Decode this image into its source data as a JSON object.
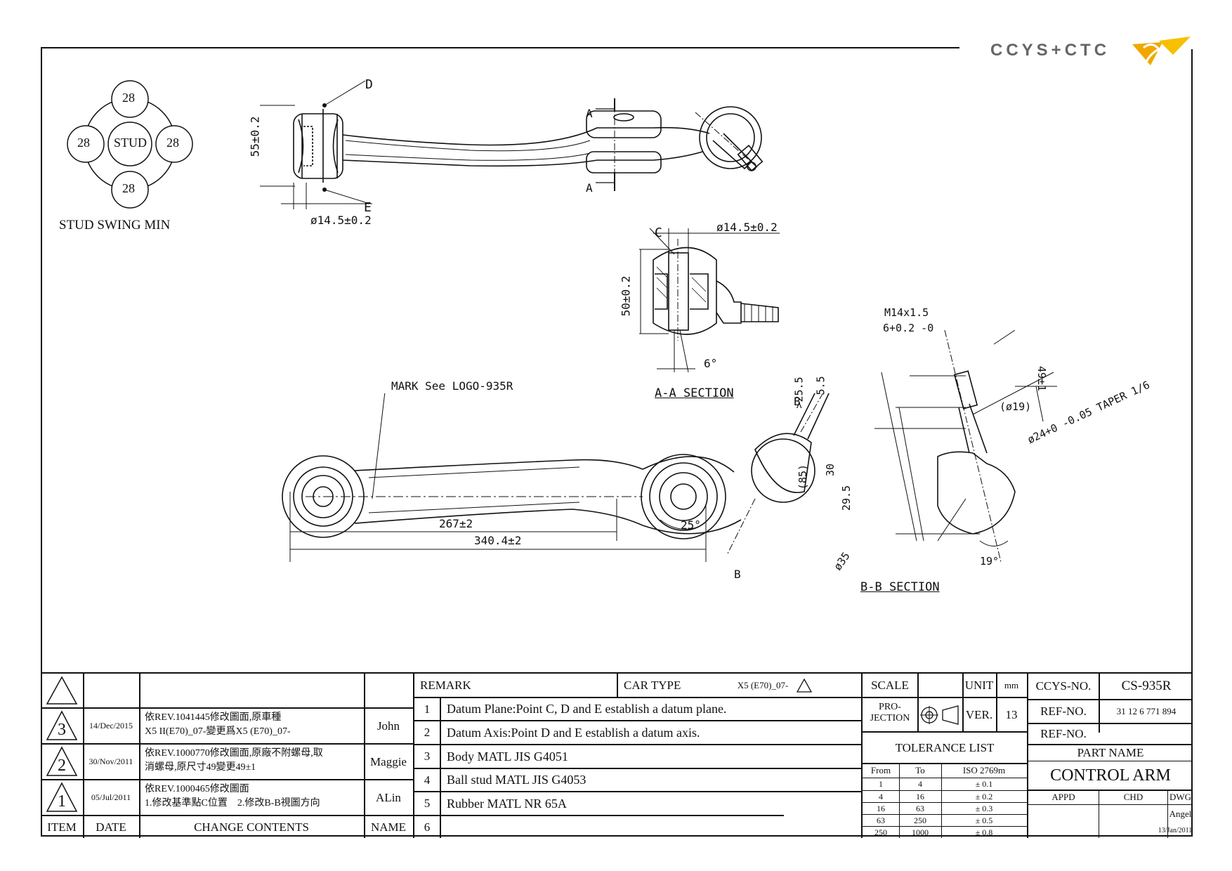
{
  "logo": {
    "text": "CCYS+CTC"
  },
  "stud_swing": {
    "caption": "STUD SWING MIN",
    "center": "STUD",
    "angles": [
      "28",
      "28",
      "28",
      "28"
    ]
  },
  "top_view": {
    "point_d": "D",
    "point_e": "E",
    "dim_height": "55±0.2",
    "dim_dia": "ø14.5±0.2",
    "section_a_label": "A"
  },
  "section_aa": {
    "title": "A-A SECTION",
    "point_c": "C",
    "dim_dia": "ø14.5±0.2",
    "dim_height": "50±0.2",
    "angle": "6°"
  },
  "main_view": {
    "mark_note": "MARK See LOGO-935R",
    "dim_267": "267±2",
    "dim_340": "340.4±2",
    "angle_25": "25°",
    "section_b_label": "B"
  },
  "section_bb": {
    "title": "B-B SECTION",
    "thread": "M14x1.5",
    "dim_6": "6+0.2 -0",
    "dim_255": ">25.5",
    "dim_55": "5.5",
    "dim_49": "49±1",
    "dim_19": "(ø19)",
    "dim_taper": "ø24+0 -0.05 TAPER 1/6",
    "dim_85": "(85)",
    "dim_30": "30",
    "dim_295": "29.5",
    "dim_35": "ø35",
    "angle_19": "19°"
  },
  "revisions": [
    {
      "item": "3",
      "date": "14/Dec/2015",
      "content_1": "依REV.1041445修改圖面,原車種",
      "content_2": "X5 II(E70)_07-變更爲X5 (E70)_07-",
      "name": "John"
    },
    {
      "item": "2",
      "date": "30/Nov/2011",
      "content_1": "依REV.1000770修改圖面,原廠不附螺母,取",
      "content_2": "消螺母,原尺寸49變更49±1",
      "name": "Maggie"
    },
    {
      "item": "1",
      "date": "05/Jul/2011",
      "content_1": "依REV.1000465修改圖面",
      "content_2": "1.修改基準點C位置　2.修改B-B視圖方向",
      "name": "ALin"
    }
  ],
  "revision_headers": {
    "item": "ITEM",
    "date": "DATE",
    "content": "CHANGE CONTENTS",
    "name": "NAME"
  },
  "remarks": {
    "header": "REMARK",
    "car_type_label": "CAR TYPE",
    "car_type_value": "X5 (E70)_07-",
    "rows": [
      {
        "no": "1",
        "text": "Datum Plane:Point C, D and E establish a datum plane."
      },
      {
        "no": "2",
        "text": "Datum Axis:Point D and E establish a datum axis."
      },
      {
        "no": "3",
        "text": "Body MATL JIS G4051"
      },
      {
        "no": "4",
        "text": "Ball stud MATL JIS G4053"
      },
      {
        "no": "5",
        "text": "Rubber MATL NR 65A"
      },
      {
        "no": "6",
        "text": ""
      }
    ]
  },
  "meta": {
    "scale_label": "SCALE",
    "unit_label": "UNIT",
    "unit_value": "mm",
    "projection_label_1": "PRO-",
    "projection_label_2": "JECTION",
    "ver_label": "VER.",
    "ver_value": "13",
    "tolerance_title": "TOLERANCE LIST",
    "tol_from": "From",
    "tol_to": "To",
    "tol_std": "ISO 2769m",
    "tolerances": [
      {
        "from": "1",
        "to": "4",
        "tol": "± 0.1"
      },
      {
        "from": "4",
        "to": "16",
        "tol": "± 0.2"
      },
      {
        "from": "16",
        "to": "63",
        "tol": "± 0.3"
      },
      {
        "from": "63",
        "to": "250",
        "tol": "± 0.5"
      },
      {
        "from": "250",
        "to": "1000",
        "tol": "± 0.8"
      }
    ]
  },
  "part_info": {
    "ccys_no_label": "CCYS-NO.",
    "ccys_no_value": "CS-935R",
    "ref_no_label": "REF-NO.",
    "ref_no_value": "31 12 6 771 894",
    "ref_no_label_2": "REF-NO.",
    "ref_no_value_2": "",
    "part_name_label": "PART NAME",
    "part_name_value": "CONTROL ARM",
    "appd": "APPD",
    "chd": "CHD",
    "dwg": "DWG",
    "drawer": "Angel",
    "draw_date": "13/Jan/2011"
  }
}
